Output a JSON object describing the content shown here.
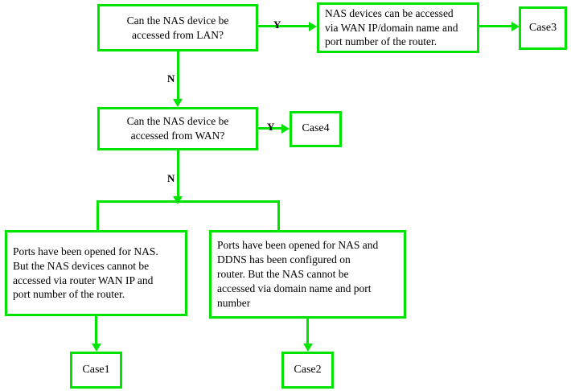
{
  "diagram": {
    "title": "NAS remote access troubleshooting flowchart",
    "accent_color": "#00e300",
    "text_color": "#000000",
    "background_color": "#ffffff"
  },
  "nodes": {
    "q_lan": {
      "lines": [
        "Can the NAS device be",
        "accessed from LAN?"
      ]
    },
    "result_wan_ok": {
      "lines": [
        "NAS devices can be accessed",
        "via WAN IP/domain name and",
        "port number of the router."
      ]
    },
    "case3": {
      "label": "Case3"
    },
    "q_wan": {
      "lines": [
        "Can the NAS device be",
        "accessed from WAN?"
      ]
    },
    "case4": {
      "label": "Case4"
    },
    "ports_opened": {
      "lines": [
        "Ports have been opened for NAS.",
        "But the NAS devices cannot be",
        "accessed via router WAN IP and",
        "port number of the router."
      ]
    },
    "ports_ddns": {
      "lines": [
        "Ports have been opened for NAS and",
        "DDNS has been configured on",
        "router. But the NAS cannot be",
        "accessed via domain name and port",
        "number"
      ]
    },
    "case1": {
      "label": "Case1"
    },
    "case2": {
      "label": "Case2"
    }
  },
  "edge_labels": {
    "lan_yes": "Y",
    "lan_no": "N",
    "wan_yes": "Y",
    "wan_no": "N"
  }
}
